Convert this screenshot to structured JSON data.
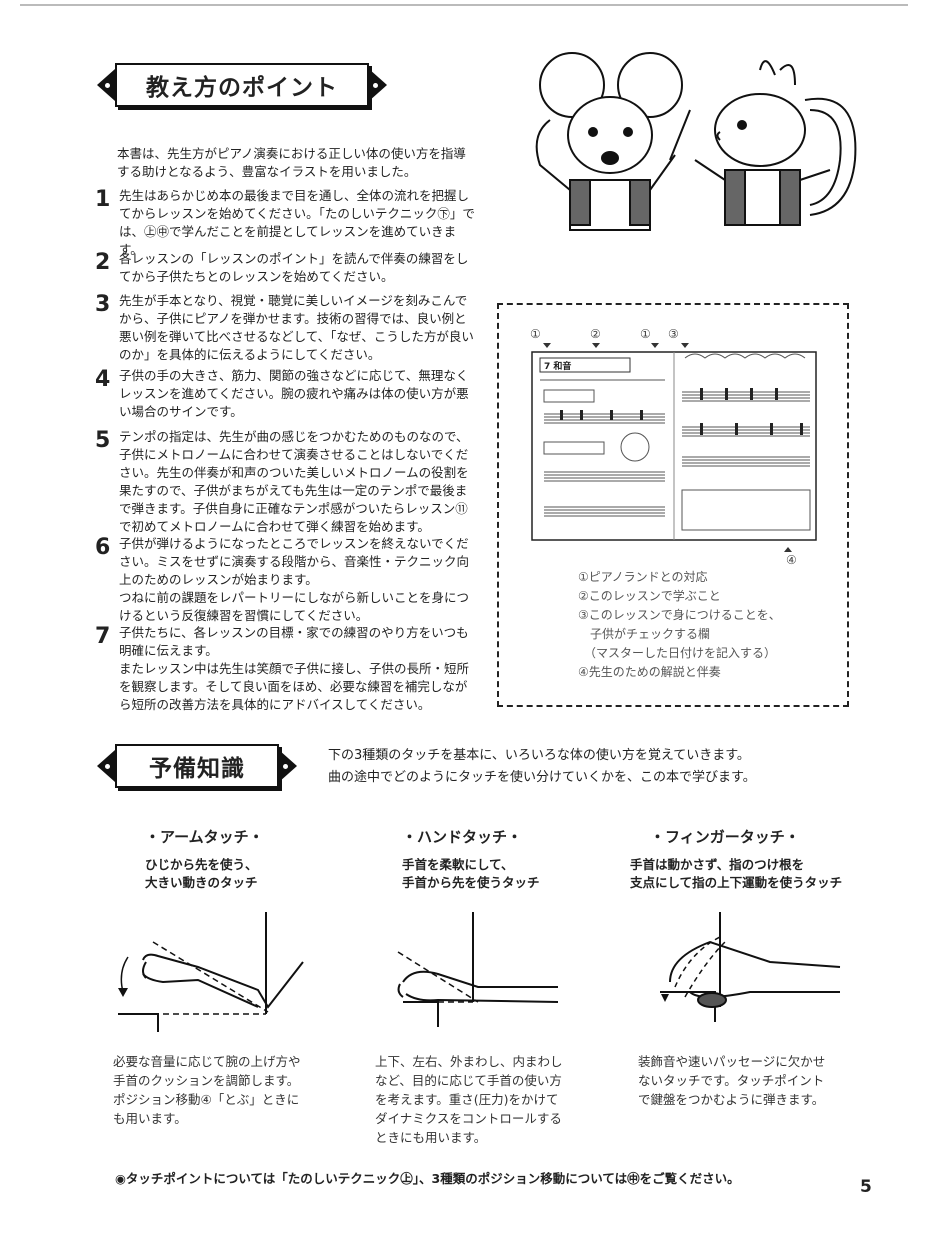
{
  "section1": {
    "title": "教え方のポイント"
  },
  "intro": "本書は、先生方がピアノ演奏における正しい体の使い方を指導する助けとなるよう、豊富なイラストを用いました。",
  "points": [
    {
      "num": "1",
      "text": "先生はあらかじめ本の最後まで目を通し、全体の流れを把握し\nてからレッスンを始めてください。「たのしいテクニック㊦」で\nは、㊤㊥で学んだことを前提としてレッスンを進めていきます。"
    },
    {
      "num": "2",
      "text": "各レッスンの「レッスンのポイント」を読んで伴奏の練習をし\nてから子供たちとのレッスンを始めてください。"
    },
    {
      "num": "3",
      "text": "先生が手本となり、視覚・聴覚に美しいイメージを刻みこんで\nから、子供にピアノを弾かせます。技術の習得では、良い例と\n悪い例を弾いて比べさせるなどして、「なぜ、こうした方が良い\nのか」を具体的に伝えるようにしてください。"
    },
    {
      "num": "4",
      "text": "子供の手の大きさ、筋力、関節の強さなどに応じて、無理なく\nレッスンを進めてください。腕の疲れや痛みは体の使い方が悪\nい場合のサインです。"
    },
    {
      "num": "5",
      "text": "テンポの指定は、先生が曲の感じをつかむためのものなので、\n子供にメトロノームに合わせて演奏させることはしないでくだ\nさい。先生の伴奏が和声のついた美しいメトロノームの役割を\n果たすので、子供がまちがえても先生は一定のテンポで最後ま\nで弾きます。子供自身に正確なテンポ感がついたらレッスン⑪\nで初めてメトロノームに合わせて弾く練習を始めます。"
    },
    {
      "num": "6",
      "text": "子供が弾けるようになったところでレッスンを終えないでくだ\nさい。ミスをせずに演奏する段階から、音楽性・テクニック向\n上のためのレッスンが始まります。\nつねに前の課題をレパートリーにしながら新しいことを身につ\nけるという反復練習を習慣にしてください。"
    },
    {
      "num": "7",
      "text": "子供たちに、各レッスンの目標・家での練習のやり方をいつも\n明確に伝えます。\nまたレッスン中は先生は笑顔で子供に接し、子供の長所・短所\nを観察します。そして良い面をほめ、必要な練習を補完しなが\nら短所の改善方法を具体的にアドバイスしてください。"
    }
  ],
  "diagram": {
    "markers": [
      "①",
      "②",
      "①",
      "③",
      "④"
    ],
    "lesson_label": "7 和音",
    "legend": "①ピアノランドとの対応\n②このレッスンで学ぶこと\n③このレッスンで身につけることを、\n　子供がチェックする欄\n　（マスターした日付けを記入する）\n④先生のための解説と伴奏"
  },
  "section2": {
    "title": "予備知識",
    "text": "下の3種類のタッチを基本に、いろいろな体の使い方を覚えていきます。\n曲の途中でどのようにタッチを使い分けていくかを、この本で学びます。"
  },
  "touches": [
    {
      "title": "・アームタッチ・",
      "sub": "ひじから先を使う、\n大きい動きのタッチ",
      "desc": "必要な音量に応じて腕の上げ方や\n手首のクッションを調節します。\nポジション移動④「とぶ」ときに\nも用います。"
    },
    {
      "title": "・ハンドタッチ・",
      "sub": "手首を柔軟にして、\n手首から先を使うタッチ",
      "desc": "上下、左右、外まわし、内まわし\nなど、目的に応じて手首の使い方\nを考えます。重さ(圧力)をかけて\nダイナミクスをコントロールする\nときにも用います。"
    },
    {
      "title": "・フィンガータッチ・",
      "sub": "手首は動かさず、指のつけ根を\n支点にして指の上下運動を使うタッチ",
      "desc": "装飾音や速いパッセージに欠かせ\nないタッチです。タッチポイント\nで鍵盤をつかむように弾きます。"
    }
  ],
  "footnote": "◉タッチポイントについては「たのしいテクニック㊤」、3種類のポジション移動については㊥をご覧ください。",
  "page_number": "5"
}
